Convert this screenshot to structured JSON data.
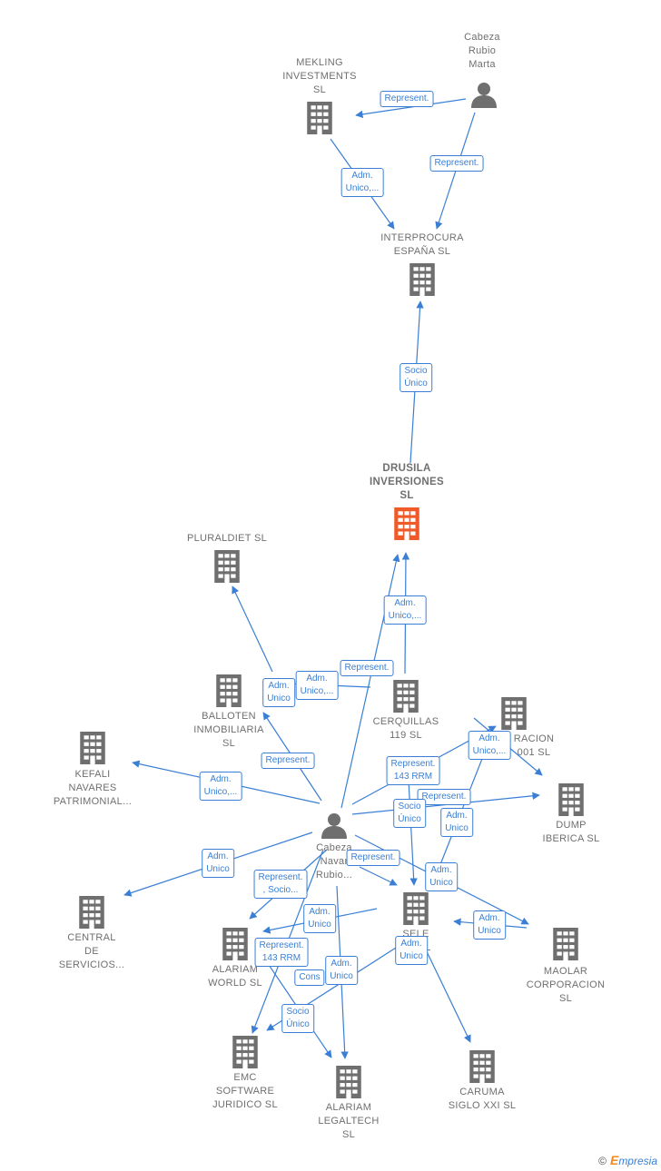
{
  "nodes": [
    {
      "id": "mekling",
      "label": "MEKLING\nINVESTMENTS\nSL",
      "type": "company"
    },
    {
      "id": "cabeza_marta",
      "label": "Cabeza\nRubio\nMarta",
      "type": "person"
    },
    {
      "id": "interprocura",
      "label": "INTERPROCURA\nESPAÑA  SL",
      "type": "company"
    },
    {
      "id": "drusila",
      "label": "DRUSILA\nINVERSIONES\nSL",
      "type": "company",
      "main": true
    },
    {
      "id": "pluraldiet",
      "label": "PLURALDIET SL",
      "type": "company"
    },
    {
      "id": "balloten",
      "label": "BALLOTEN\nINMOBILIARIA\nSL",
      "type": "company"
    },
    {
      "id": "cerquillas",
      "label": "CERQUILLAS\n119  SL",
      "type": "company"
    },
    {
      "id": "corporacion2001",
      "label": "RACION\n001 SL",
      "type": "company"
    },
    {
      "id": "kefali",
      "label": "KEFALI\nNAVARES\nPATRIMONIAL...",
      "type": "company"
    },
    {
      "id": "cabeza_navarro",
      "label": "Cabeza\nNavar\nRubio...",
      "type": "person"
    },
    {
      "id": "dump",
      "label": "DUMP\nIBERICA  SL",
      "type": "company"
    },
    {
      "id": "central",
      "label": "CENTRAL\nDE\nSERVICIOS...",
      "type": "company"
    },
    {
      "id": "sele",
      "label": "SELE\nRE        SL",
      "type": "company"
    },
    {
      "id": "alariam_world",
      "label": "ALARIAM\nWORLD  SL",
      "type": "company"
    },
    {
      "id": "maolar",
      "label": "MAOLAR\nCORPORACION\nSL",
      "type": "company"
    },
    {
      "id": "emc",
      "label": "EMC\nSOFTWARE\nJURIDICO  SL",
      "type": "company"
    },
    {
      "id": "alariam_legaltech",
      "label": "ALARIAM\nLEGALTECH\nSL",
      "type": "company"
    },
    {
      "id": "caruma",
      "label": "CARUMA\nSIGLO XXI  SL",
      "type": "company"
    }
  ],
  "edges": [
    {
      "from": "cabeza_marta",
      "to": "mekling",
      "label": "Represent."
    },
    {
      "from": "cabeza_marta",
      "to": "interprocura",
      "label": "Represent."
    },
    {
      "from": "mekling",
      "to": "interprocura",
      "label": "Adm.\nUnico,..."
    },
    {
      "from": "drusila",
      "to": "interprocura",
      "label": "Socio\nÚnico"
    },
    {
      "from": "cerquillas",
      "to": "drusila",
      "label": "Adm.\nUnico,..."
    },
    {
      "from": "cabeza_navarro",
      "to": "drusila",
      "label": "Represent."
    },
    {
      "from": "cabeza_navarro",
      "to": "pluraldiet",
      "label": "Adm.\nUnico"
    },
    {
      "from": "cerquillas",
      "to": "cabeza_navarro",
      "label": "Adm.\nUnico,..."
    },
    {
      "from": "cabeza_navarro",
      "to": "balloten",
      "label": "Represent."
    },
    {
      "from": "cabeza_navarro",
      "to": "kefali",
      "label": "Adm.\nUnico,..."
    },
    {
      "from": "cabeza_navarro",
      "to": "corporacion2001",
      "label": "Represent.\n143 RRM"
    },
    {
      "from": "cabeza_navarro",
      "to": "dump",
      "label": "Represent."
    },
    {
      "from": "corporacion2001",
      "to": "dump",
      "label": "Adm.\nUnico,..."
    },
    {
      "from": "cabeza_navarro",
      "to": "sele",
      "label": "Socio\nÚnico"
    },
    {
      "from": "sele",
      "to": "corporacion2001",
      "label": "Adm.\nUnico"
    },
    {
      "from": "cabeza_navarro",
      "to": "central",
      "label": "Adm.\nUnico"
    },
    {
      "from": "cabeza_navarro",
      "to": "sele",
      "label": "Represent."
    },
    {
      "from": "cabeza_navarro",
      "to": "maolar",
      "label": "Adm.\nUnico"
    },
    {
      "from": "maolar",
      "to": "sele",
      "label": "Adm.\nUnico"
    },
    {
      "from": "cabeza_navarro",
      "to": "alariam_world",
      "label": "Represent.\n, Socio..."
    },
    {
      "from": "sele",
      "to": "alariam_world",
      "label": "Adm.\nUnico"
    },
    {
      "from": "cabeza_navarro",
      "to": "emc",
      "label": "Represent.\n143 RRM"
    },
    {
      "from": "sele",
      "to": "emc",
      "label": "Adm.\nUnico"
    },
    {
      "from": "cabeza_navarro",
      "to": "alariam_legaltech",
      "label": "Cons"
    },
    {
      "from": "alariam_world",
      "to": "alariam_legaltech",
      "label": "Socio\nÚnico"
    },
    {
      "from": "sele",
      "to": "caruma",
      "label": "Adm.\nUnico"
    }
  ],
  "colors": {
    "edge": "#3a7fd5",
    "node": "#6f6f6f",
    "main": "#f05a28"
  },
  "footer": {
    "copyright": "©",
    "brand_initial": "E",
    "brand_rest": "mpresia"
  }
}
